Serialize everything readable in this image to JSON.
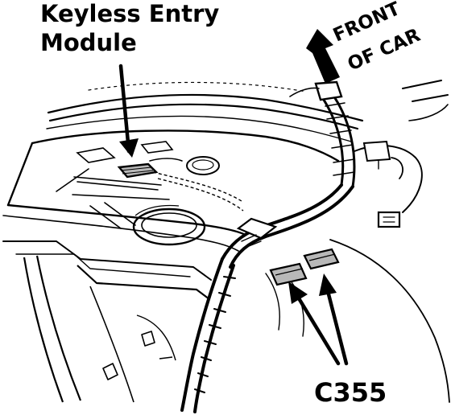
{
  "labels": {
    "module_line_1": "Keyless Entry",
    "module_line_2": "Module",
    "front_line_1": "FRONT",
    "front_line_2": "OF CAR",
    "connector": "C355"
  },
  "colors": {
    "ink": "#000000",
    "paper": "#ffffff",
    "shade": "#b8b8b8"
  }
}
